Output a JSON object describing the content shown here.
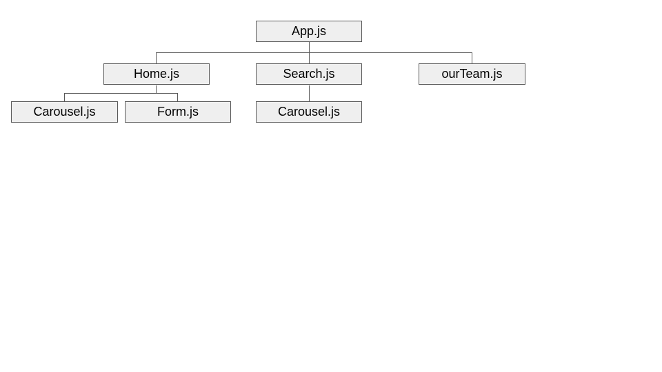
{
  "diagram": {
    "type": "component-tree",
    "colors": {
      "node_fill": "#efefef",
      "node_border": "#595959",
      "connector": "#595959",
      "text": "#000000"
    },
    "nodes": {
      "app": {
        "label": "App.js",
        "parent": null
      },
      "home": {
        "label": "Home.js",
        "parent": "app"
      },
      "search": {
        "label": "Search.js",
        "parent": "app"
      },
      "our_team": {
        "label": "ourTeam.js",
        "parent": "app"
      },
      "home_carousel": {
        "label": "Carousel.js",
        "parent": "home"
      },
      "home_form": {
        "label": "Form.js",
        "parent": "home"
      },
      "search_carousel": {
        "label": "Carousel.js",
        "parent": "search"
      }
    }
  }
}
